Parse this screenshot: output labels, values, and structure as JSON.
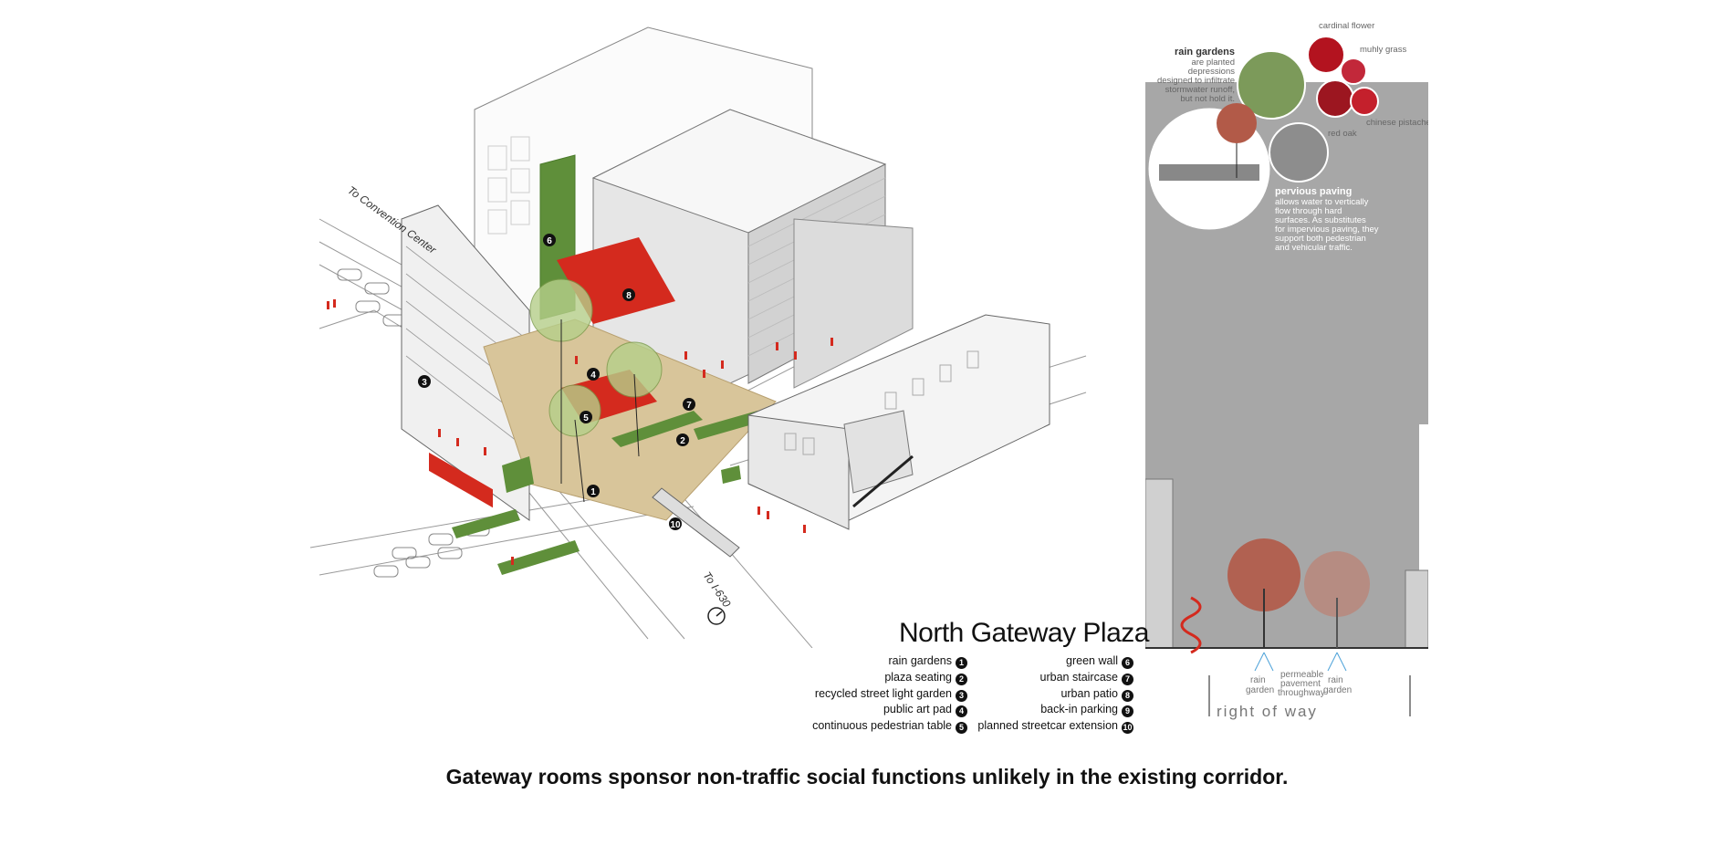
{
  "title": "North Gateway Plaza",
  "caption": "Gateway rooms sponsor non-traffic social functions unlikely in the existing corridor.",
  "street_labels": {
    "convention": "To Convention Center",
    "i630": "To I-630"
  },
  "legend_left": [
    {
      "label": "rain gardens",
      "num": "1"
    },
    {
      "label": "plaza seating",
      "num": "2"
    },
    {
      "label": "recycled street light garden",
      "num": "3"
    },
    {
      "label": "public art pad",
      "num": "4"
    },
    {
      "label": "continuous pedestrian table",
      "num": "5"
    }
  ],
  "legend_right": [
    {
      "label": "green wall",
      "num": "6"
    },
    {
      "label": "urban staircase",
      "num": "7"
    },
    {
      "label": "urban patio",
      "num": "8"
    },
    {
      "label": "back-in parking",
      "num": "9"
    },
    {
      "label": "planned streetcar extension",
      "num": "10"
    }
  ],
  "markers": [
    "1",
    "2",
    "3",
    "4",
    "5",
    "6",
    "7",
    "8",
    "10"
  ],
  "section": {
    "rain_gardens_heading": "rain gardens",
    "rain_gardens_body": [
      "are planted",
      "depressions",
      "designed to infiltrate",
      "stormwater runoff,",
      "but not hold it."
    ],
    "plants": [
      "cardinal flower",
      "muhly grass",
      "chinese pistache",
      "red oak"
    ],
    "pervious_heading": "pervious paving",
    "pervious_body": [
      "allows water to vertically",
      "flow through hard",
      "surfaces. As substitutes",
      "for impervious paving, they",
      "support both pedestrian",
      "and vehicular traffic."
    ],
    "row_labels": [
      [
        "rain",
        "garden"
      ],
      [
        "permeable",
        "pavement",
        "throughway"
      ],
      [
        "rain",
        "garden"
      ]
    ],
    "right_of_way": "right of way"
  },
  "colors": {
    "accent_red": "#d42a1e",
    "green": "#5f8f3a",
    "section_gray": "#a7a7a7",
    "paving": "#d8c59a"
  }
}
